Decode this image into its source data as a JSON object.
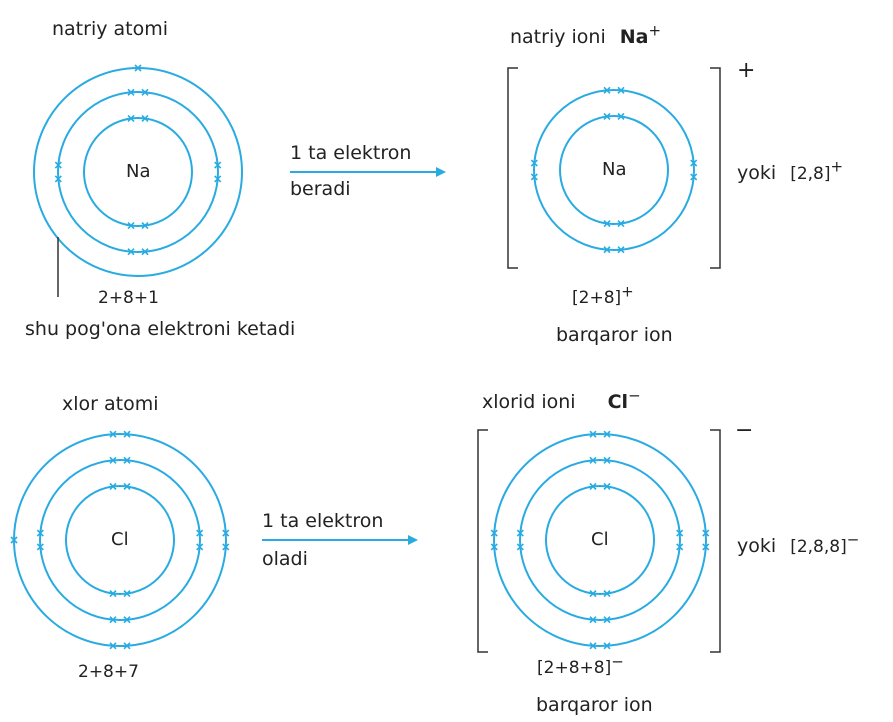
{
  "colors": {
    "shell": "#29abe2",
    "electron": "#29abe2",
    "bracket": "#333333",
    "text": "#222222"
  },
  "sodium": {
    "atom_title": "natriy atomi",
    "nucleus": "Na",
    "arrow_line1": "1 ta elektron",
    "arrow_line2": "beradi",
    "config": "2+8+1",
    "pointer_note": "shu pog'ona elektroni ketadi",
    "ion_title": "natriy ioni",
    "ion_symbol": "Na",
    "ion_symbol_charge": "+",
    "bracket_charge": "+",
    "ion_nucleus": "Na",
    "yoki": "yoki",
    "alt_config": "[2,8]",
    "alt_config_charge": "+",
    "ion_config": "[2+8]",
    "ion_config_charge": "+",
    "stable": "barqaror ion"
  },
  "chlorine": {
    "atom_title": "xlor atomi",
    "nucleus": "Cl",
    "arrow_line1": "1 ta elektron",
    "arrow_line2": "oladi",
    "config": "2+8+7",
    "ion_title": "xlorid ioni",
    "ion_symbol": "Cl",
    "ion_symbol_charge": "−",
    "bracket_charge": "−",
    "ion_nucleus": "Cl",
    "yoki": "yoki",
    "alt_config": "[2,8,8]",
    "alt_config_charge": "−",
    "ion_config": "[2+8+8]",
    "ion_config_charge": "−",
    "stable": "barqaror ion"
  }
}
